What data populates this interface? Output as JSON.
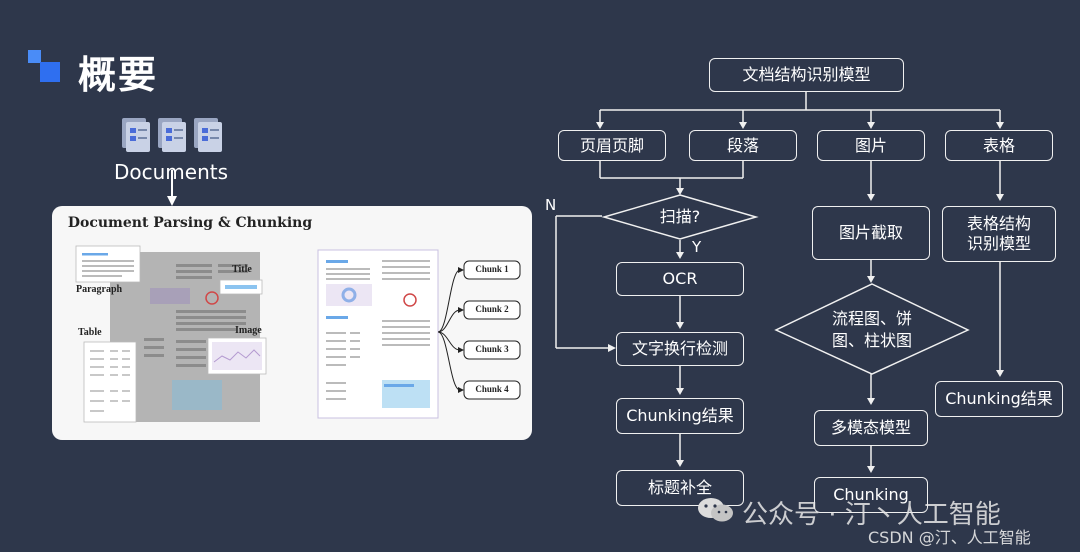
{
  "title": "概要",
  "left": {
    "documents_label": "Documents",
    "panel_title": "Document Parsing & Chunking",
    "labels": {
      "paragraph": "Paragraph",
      "title": "Title",
      "table": "Table",
      "image": "Image"
    },
    "chunks": [
      "Chunk 1",
      "Chunk 2",
      "Chunk 3",
      "Chunk 4"
    ]
  },
  "flow": {
    "root": "文档结构识别模型",
    "header_footer": "页眉页脚",
    "paragraph": "段落",
    "image": "图片",
    "table": "表格",
    "scan_decision": "扫描?",
    "ocr": "OCR",
    "line_break_detect": "文字换行检测",
    "chunking_result_left": "Chunking结果",
    "title_complete": "标题补全",
    "image_crop": "图片截取",
    "chart_decision": [
      "流程图、饼",
      "图、柱状图"
    ],
    "multimodal_model": "多模态模型",
    "chunking_mid": "Chunking",
    "table_model": [
      "表格结构",
      "识别模型"
    ],
    "chunking_result_right": "Chunking结果",
    "label_no": "N",
    "label_yes": "Y"
  },
  "watermark": {
    "line1": "公众号 · 汀丶人工智能",
    "line2": "CSDN @汀、人工智能"
  },
  "colors": {
    "background": "#2e374b",
    "accent": "#2f6ff0",
    "line": "#f0f0f0"
  }
}
